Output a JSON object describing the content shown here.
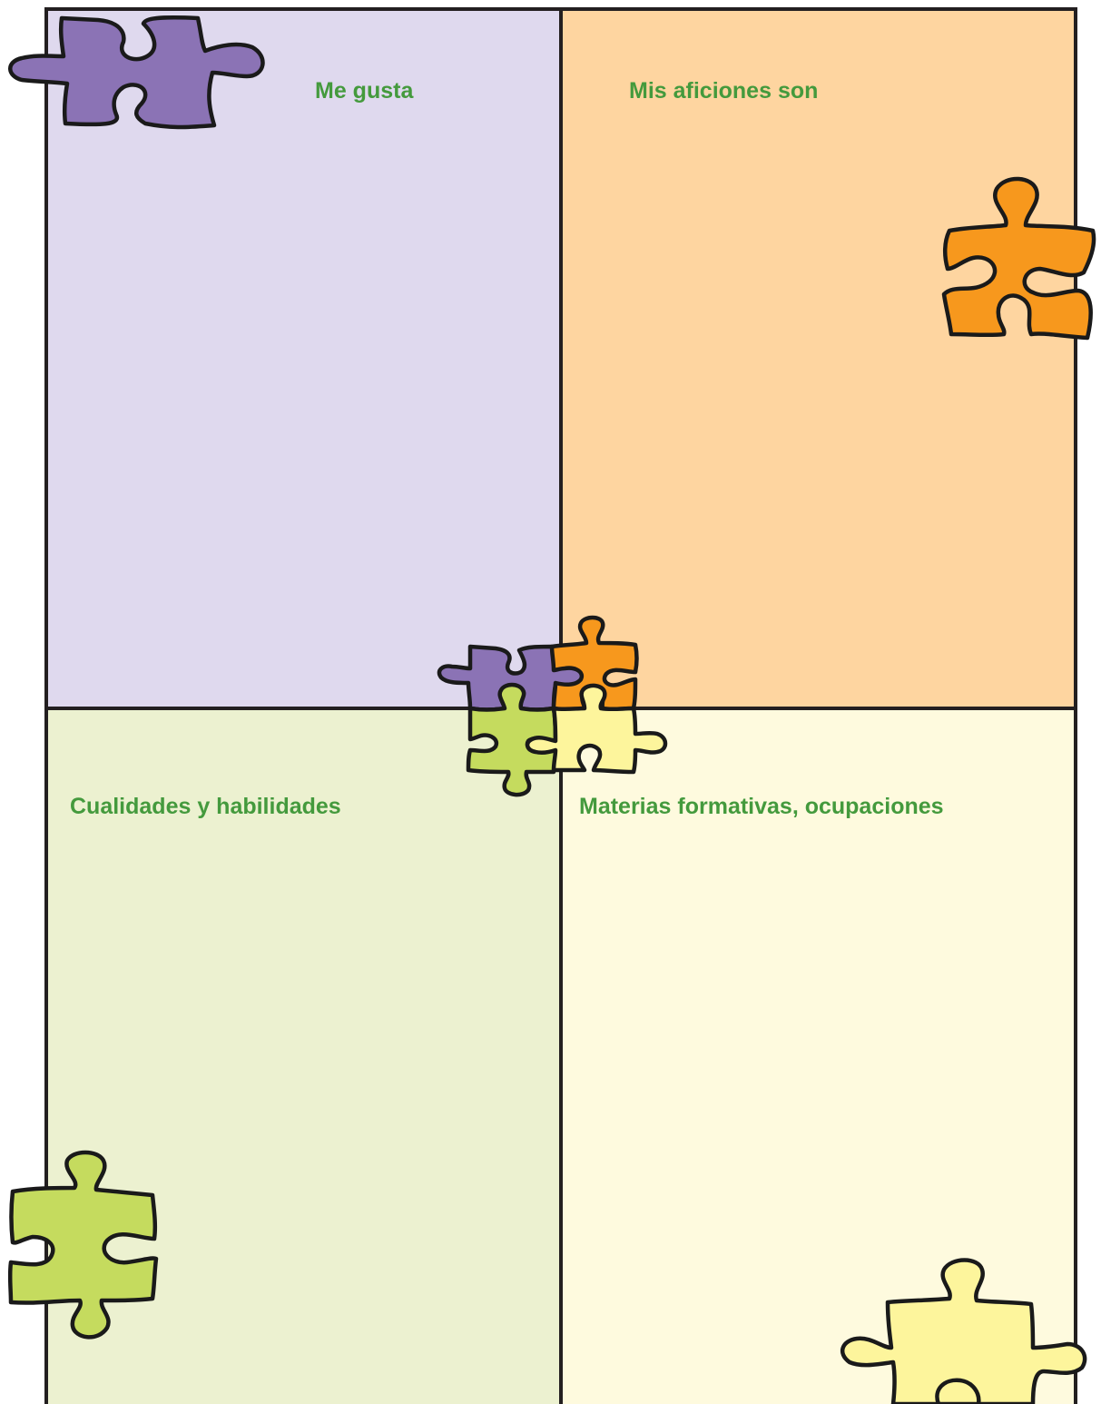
{
  "quadrants": {
    "top_left": {
      "label": "Me gusta",
      "fill": "#dfd9ee",
      "piece_color": "#8b73b5"
    },
    "top_right": {
      "label": "Mis aficiones son",
      "fill": "#fed5a0",
      "piece_color": "#f7981d"
    },
    "bottom_left": {
      "label": "Cualidades y habilidades",
      "fill": "#ecf1d0",
      "piece_color": "#c5db5e"
    },
    "bottom_right": {
      "label": "Materias formativas, ocupaciones",
      "fill": "#fefade",
      "piece_color": "#fdf59c"
    }
  },
  "label_color": "#449a3d",
  "border_color": "#231f20",
  "icons": {
    "corner_pieces": [
      "purple-puzzle-piece-icon",
      "orange-puzzle-piece-icon",
      "green-puzzle-piece-icon",
      "yellow-puzzle-piece-icon"
    ],
    "center": "center-puzzle-cluster-icon"
  }
}
